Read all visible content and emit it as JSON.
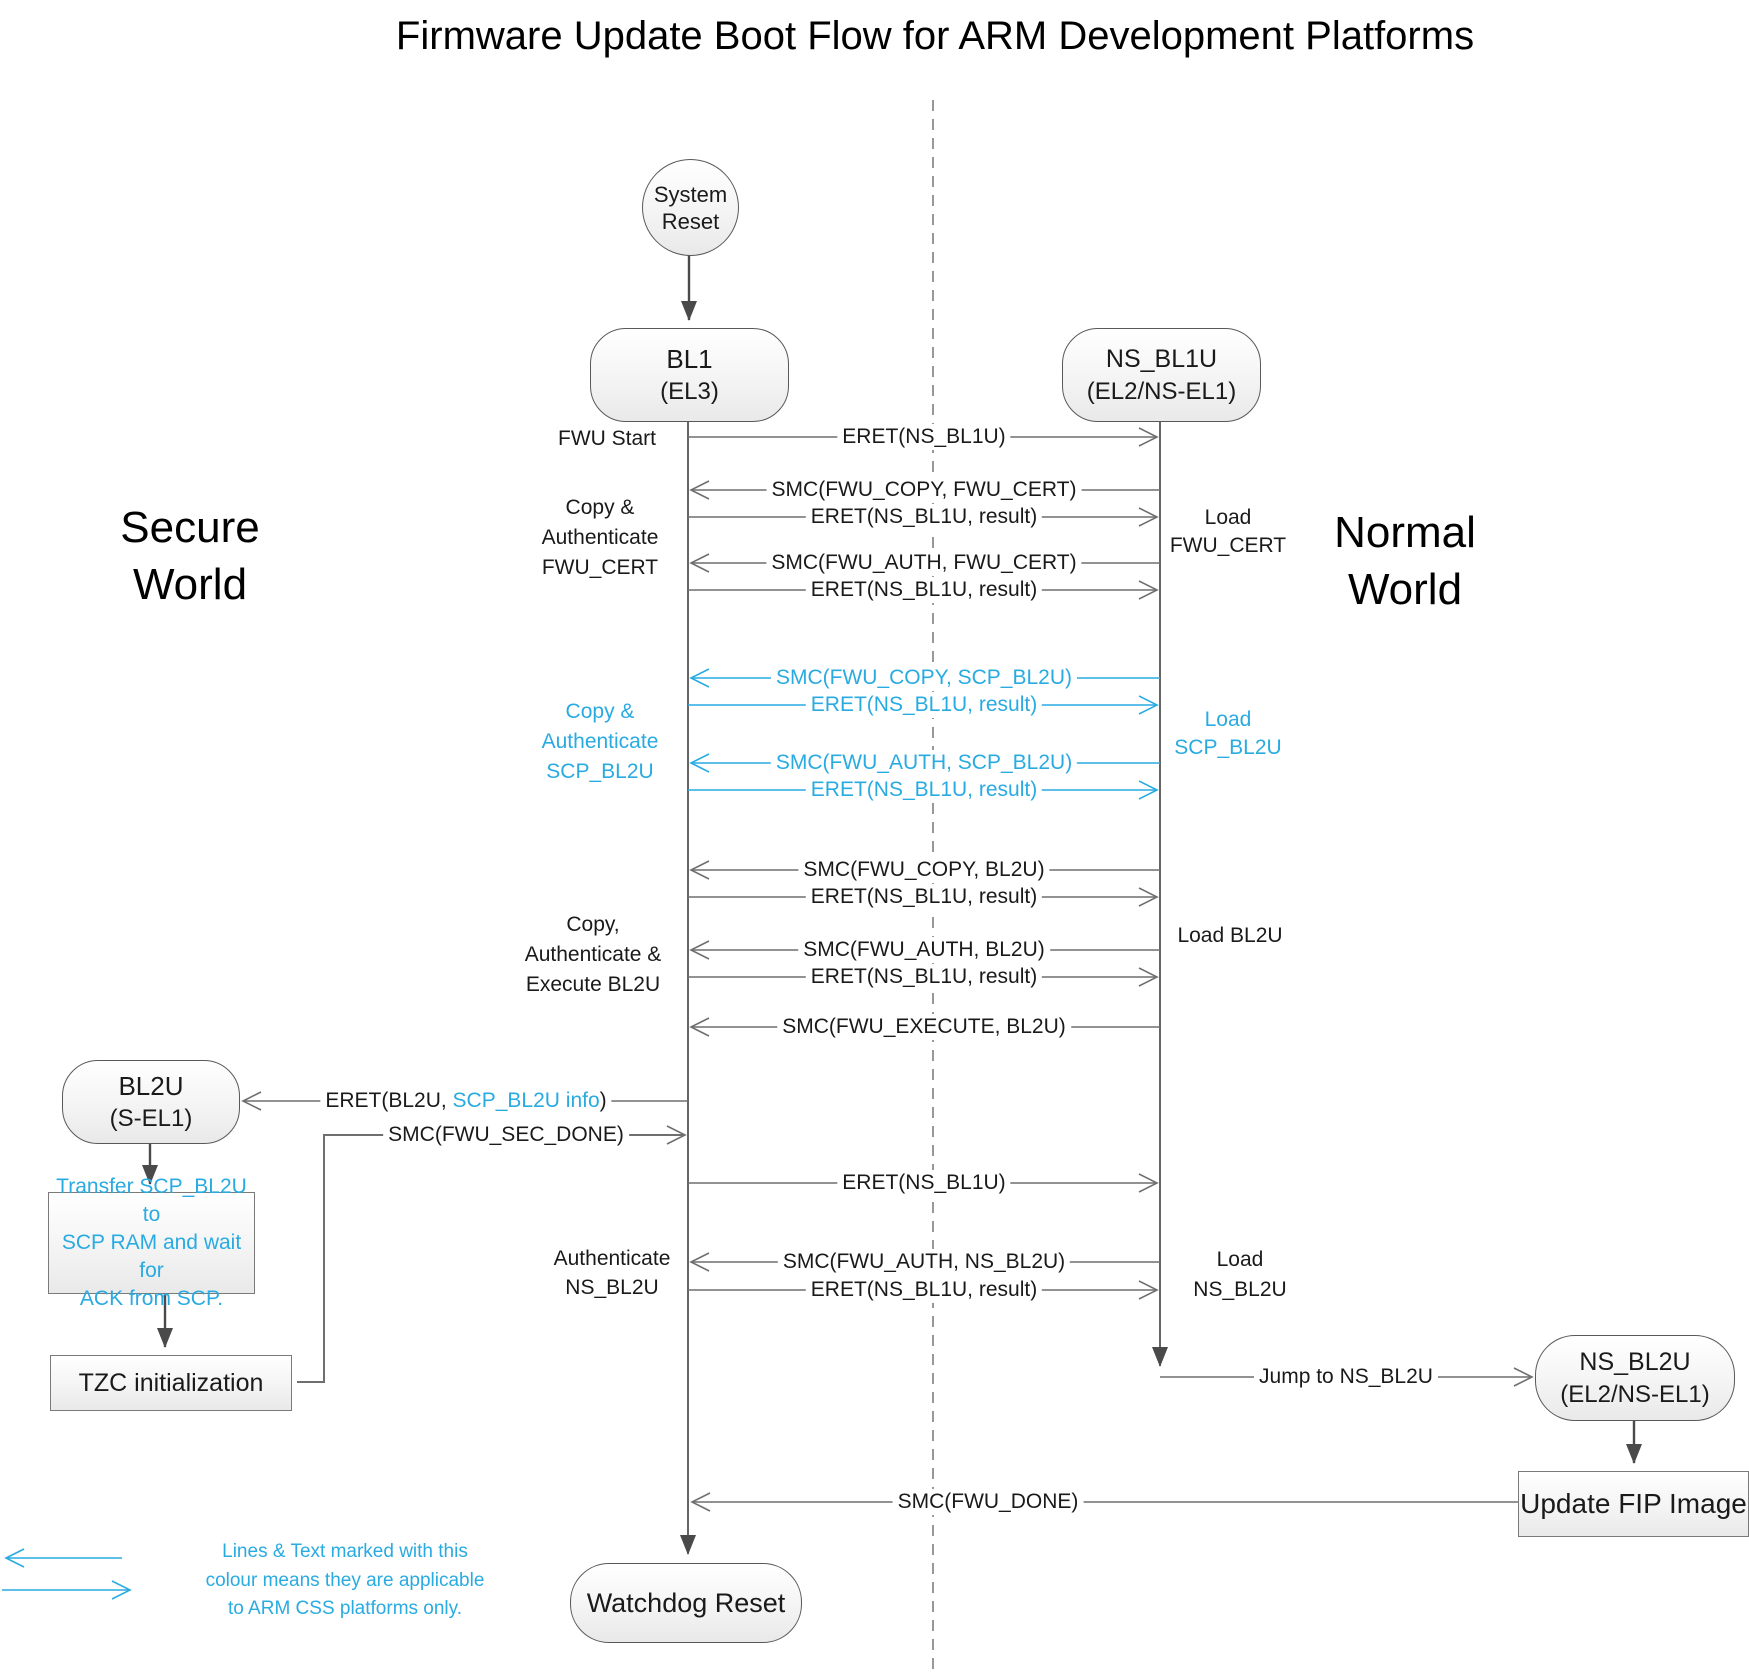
{
  "title": "Firmware Update Boot Flow for ARM Development Platforms",
  "colors": {
    "accent_cyan": "#29ABE2",
    "message_line": "#6f6f6f",
    "flow_arrow": "#4a4a4a",
    "box_border": "#595959"
  },
  "worlds": {
    "secure_line1": "Secure",
    "secure_line2": "World",
    "normal_line1": "Normal",
    "normal_line2": "World"
  },
  "legend": {
    "line1": "Lines & Text marked with this",
    "line2": "colour means they are applicable",
    "line3": "to ARM CSS platforms only."
  },
  "nodes": {
    "system_reset": {
      "line1": "System",
      "line2": "Reset"
    },
    "bl1": {
      "line1": "BL1",
      "line2": "(EL3)"
    },
    "ns_bl1u": {
      "line1": "NS_BL1U",
      "line2": "(EL2/NS-EL1)"
    },
    "bl2u": {
      "line1": "BL2U",
      "line2": "(S-EL1)"
    },
    "ns_bl2u": {
      "line1": "NS_BL2U",
      "line2": "(EL2/NS-EL1)"
    },
    "watchdog_reset": {
      "label": "Watchdog Reset"
    },
    "transfer_scp": {
      "line1": "Transfer SCP_BL2U to",
      "line2": "SCP RAM and wait for",
      "line3": "ACK from SCP."
    },
    "tzc": {
      "label": "TZC initialization"
    },
    "update_fip": {
      "label": "Update FIP Image"
    }
  },
  "stage_labels": {
    "fwu_start": "FWU Start",
    "copy_auth_fwu_cert": {
      "line1": "Copy &",
      "line2": "Authenticate",
      "line3": "FWU_CERT"
    },
    "load_fwu_cert": {
      "line1": "Load",
      "line2": "FWU_CERT"
    },
    "copy_auth_scp_bl2u": {
      "line1": "Copy &",
      "line2": "Authenticate",
      "line3": "SCP_BL2U"
    },
    "load_scp_bl2u": {
      "line1": "Load",
      "line2": "SCP_BL2U"
    },
    "copy_auth_exec_bl2u": {
      "line1": "Copy,",
      "line2": "Authenticate &",
      "line3": "Execute BL2U"
    },
    "load_bl2u": "Load BL2U",
    "auth_ns_bl2u": {
      "line1": "Authenticate",
      "line2": "NS_BL2U"
    },
    "load_ns_bl2u": {
      "line1": "Load",
      "line2": "NS_BL2U"
    }
  },
  "messages": {
    "m1": "ERET(NS_BL1U)",
    "m2": "SMC(FWU_COPY, FWU_CERT)",
    "m3": "ERET(NS_BL1U, result)",
    "m4": "SMC(FWU_AUTH, FWU_CERT)",
    "m5": "ERET(NS_BL1U, result)",
    "m6": "SMC(FWU_COPY, SCP_BL2U)",
    "m7": "ERET(NS_BL1U, result)",
    "m8": "SMC(FWU_AUTH, SCP_BL2U)",
    "m9": "ERET(NS_BL1U, result)",
    "m10": "SMC(FWU_COPY, BL2U)",
    "m11": "ERET(NS_BL1U, result)",
    "m12": "SMC(FWU_AUTH, BL2U)",
    "m13": "ERET(NS_BL1U, result)",
    "m14": "SMC(FWU_EXECUTE, BL2U)",
    "m15a": "ERET(BL2U, ",
    "m15b": "SCP_BL2U info",
    "m15c": ")",
    "m16": "SMC(FWU_SEC_DONE)",
    "m17": "ERET(NS_BL1U)",
    "m18": "SMC(FWU_AUTH, NS_BL2U)",
    "m19": "ERET(NS_BL1U, result)",
    "m20": "Jump to NS_BL2U",
    "m21": "SMC(FWU_DONE)"
  }
}
